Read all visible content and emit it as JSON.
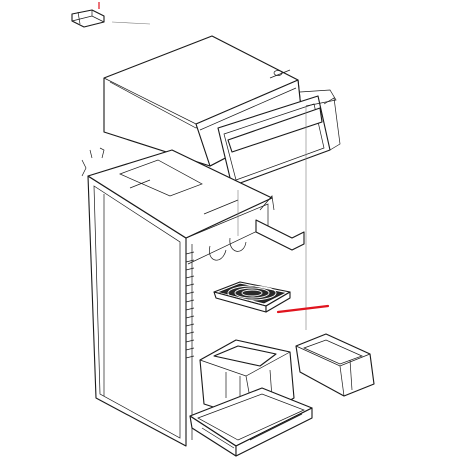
{
  "diagram": {
    "parts": [
      {
        "id": "top-clip",
        "icon": "clip-icon"
      },
      {
        "id": "top-cover",
        "icon": "lid-icon"
      },
      {
        "id": "front-panel",
        "icon": "panel-icon"
      },
      {
        "id": "machine-body",
        "icon": "cabinet-icon"
      },
      {
        "id": "drip-grid",
        "icon": "grid-icon",
        "highlighted": true
      },
      {
        "id": "coffee-grounds-bin",
        "icon": "bin-icon"
      },
      {
        "id": "drip-tray",
        "icon": "tray-icon"
      },
      {
        "id": "water-tank",
        "icon": "tank-icon"
      }
    ],
    "highlight_color": "#e0141e",
    "line_color": "#1a1a1a",
    "background_color": "#ffffff"
  }
}
